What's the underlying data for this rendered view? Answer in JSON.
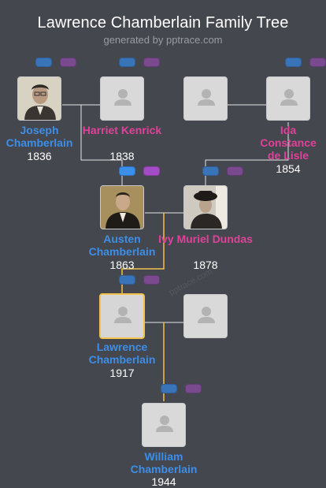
{
  "header": {
    "title": "Lawrence Chamberlain Family Tree",
    "subtitle": "generated by pptrace.com"
  },
  "watermark": "pptrace.com",
  "people": {
    "joseph": {
      "name": "Joseph Chamberlain",
      "year": "1836"
    },
    "harriet": {
      "name": "Harriet Kenrick",
      "year": "1838"
    },
    "ida": {
      "name": "Ida Constance de Lisle",
      "year": "1854"
    },
    "austen": {
      "name": "Austen Chamberlain",
      "year": "1863"
    },
    "ivy": {
      "name": "Ivy Muriel Dundas",
      "year": "1878"
    },
    "lawrence": {
      "name": "Lawrence Chamberlain",
      "year": "1917"
    },
    "spouse": {
      "name": "",
      "year": ""
    },
    "william": {
      "name": "William Chamberlain",
      "year": "1944"
    }
  },
  "colors": {
    "background": "#44474d",
    "male": "#3d8ee8",
    "female": "#e0419a",
    "highlight_line": "#f2c14e",
    "line": "#e6e6e6"
  },
  "icons": {
    "placeholder": "person-silhouette-icon",
    "expand_parents": "expand-parents-button",
    "expand_spouse": "expand-spouse-button"
  }
}
